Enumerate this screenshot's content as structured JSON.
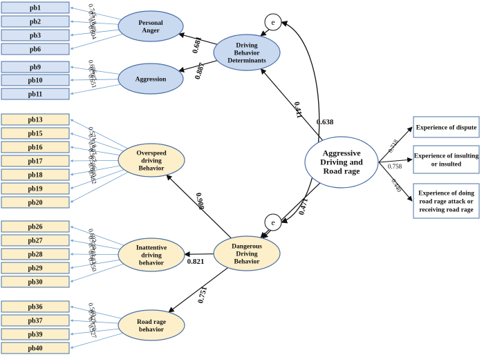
{
  "colors": {
    "blue_box_fill": "#d7e3f4",
    "blue_box_stroke": "#4a6fa5",
    "yellow_box_fill": "#fcefc9",
    "yellow_box_stroke": "#3f6fa8",
    "blue_node_fill": "#c9d9f0",
    "yellow_node_fill": "#fcefc9",
    "node_stroke": "#4a6fa5",
    "thin_arrow": "#6fa0cf",
    "bold_arrow": "#111111"
  },
  "blue_groups": [
    {
      "factor": "Personal Anger",
      "factor_lines": [
        "Personal",
        "Anger"
      ],
      "items": [
        "pb1",
        "pb2",
        "pb3",
        "pb6"
      ],
      "loadings": [
        "0.745",
        "0.718",
        "0.389",
        "0.604"
      ]
    },
    {
      "factor": "Aggression",
      "factor_lines": [
        "Aggression"
      ],
      "items": [
        "pb9",
        "pb10",
        "pb11"
      ],
      "loadings": [
        "0.696",
        "0.787",
        "0.651"
      ]
    }
  ],
  "yellow_groups": [
    {
      "factor": "Overspeed driving Behavior",
      "factor_lines": [
        "Overspeed",
        "driving",
        "Behavior"
      ],
      "items": [
        "pb13",
        "pb15",
        "pb16",
        "pb17",
        "pb18",
        "pb19",
        "pb20"
      ],
      "loadings": [
        "0.571",
        "0.718",
        "0.507",
        "0.367",
        "0.596",
        "0.690",
        "0.482"
      ]
    },
    {
      "factor": "Inattentive driving behavior",
      "factor_lines": [
        "Inattentive",
        "driving",
        "behavior"
      ],
      "items": [
        "pb26",
        "pb27",
        "pb28",
        "pb29",
        "pb30"
      ],
      "loadings": [
        "0.692",
        "0.730",
        "0.781",
        "0.683",
        "0.550"
      ]
    },
    {
      "factor": "Road rage behavior",
      "factor_lines": [
        "Road rage",
        "behavior"
      ],
      "items": [
        "pb36",
        "pb37",
        "pb39",
        "pb40"
      ],
      "loadings": [
        "0.560",
        "0.425",
        "0.770",
        "0.527"
      ]
    }
  ],
  "second_order": {
    "driving_behavior_determinants": {
      "lines": [
        "Driving",
        "Behavior",
        "Determinants"
      ],
      "to_personal_anger": "0.681",
      "to_aggression": "0.887"
    },
    "dangerous_driving_behavior": {
      "lines": [
        "Dangerous",
        "Driving",
        "Behavior"
      ],
      "to_overspeed": "0.908",
      "to_inattentive": "0.821",
      "to_road_rage": "0.751"
    }
  },
  "main_construct": {
    "lines": [
      "Aggressive",
      "Driving and",
      "Road rage"
    ],
    "to_determinants": "0.411",
    "to_dangerous": "0.471",
    "error_covariance": "0.638",
    "error_label": "e"
  },
  "outcomes": [
    {
      "lines": [
        "Experience of dispute"
      ],
      "coef": "0.718"
    },
    {
      "lines": [
        "Experience of insulting",
        "or insulted"
      ],
      "coef": "0.758"
    },
    {
      "lines": [
        "Experience of doing",
        "road rage attack or",
        "receiving road rage"
      ],
      "coef": "0.440"
    }
  ]
}
